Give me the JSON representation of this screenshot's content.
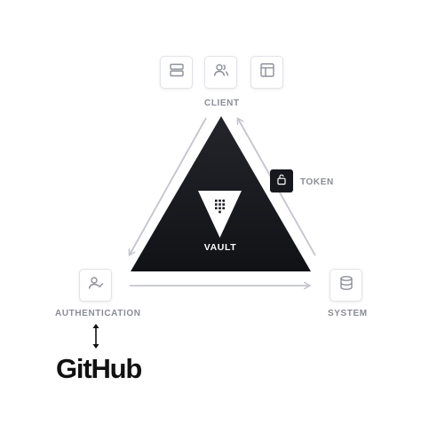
{
  "labels": {
    "client": "CLIENT",
    "token": "TOKEN",
    "vault": "VAULT",
    "authentication": "AUTHENTICATION",
    "system": "SYSTEM",
    "github": "GitHub"
  },
  "icons": {
    "client_server": "server-icon",
    "client_users": "users-icon",
    "client_layout": "layout-icon",
    "token": "unlock-icon",
    "authentication": "user-check-icon",
    "system": "database-icon",
    "vault_logo": "vault-logo-icon"
  },
  "colors": {
    "triangle": "#1b1c21",
    "arrow": "#c3c5cc",
    "label": "#8a8d95",
    "token_box": "#16181d",
    "icon_stroke": "#8d9099"
  }
}
